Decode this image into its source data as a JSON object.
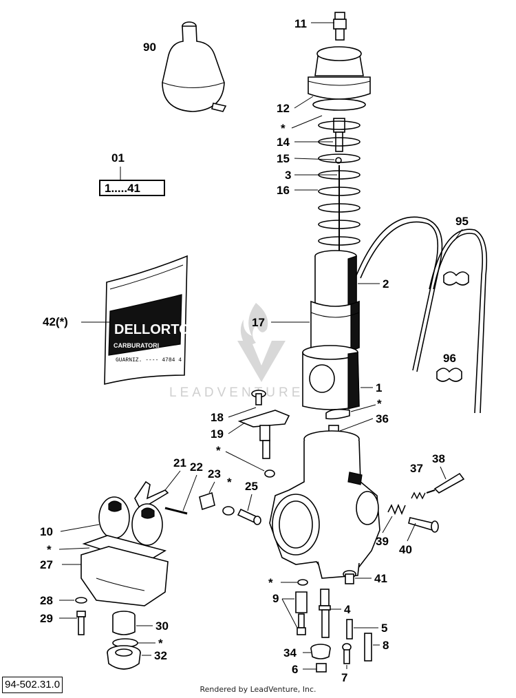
{
  "kit": {
    "number": "01",
    "range": "1.....41"
  },
  "bag": {
    "callout": "42(*)",
    "brand": "DELLORTO",
    "sub": "CARBURATORI"
  },
  "watermark": {
    "text": "LEADVENTURE"
  },
  "reference_code": "94-502.31.0",
  "footer": "Rendered by LeadVenture, Inc.",
  "callouts": {
    "c90": "90",
    "c11": "11",
    "c12": "12",
    "star1": "*",
    "c14": "14",
    "c15": "15",
    "c3": "3",
    "c16": "16",
    "c95": "95",
    "c2": "2",
    "c17": "17",
    "c96": "96",
    "c1": "1",
    "star2": "*",
    "c36": "36",
    "c18": "18",
    "c19": "19",
    "star3": "*",
    "c21": "21",
    "c22": "22",
    "c23": "23",
    "star4": "*",
    "c25": "25",
    "c38": "38",
    "c37": "37",
    "c10": "10",
    "star5": "*",
    "c27": "27",
    "c39": "39",
    "c40": "40",
    "star6": "*",
    "c41": "41",
    "c9": "9",
    "c4": "4",
    "c28": "28",
    "c29": "29",
    "c30": "30",
    "star7": "*",
    "c5": "5",
    "c8": "8",
    "c32": "32",
    "c34": "34",
    "c6": "6",
    "c7": "7"
  }
}
